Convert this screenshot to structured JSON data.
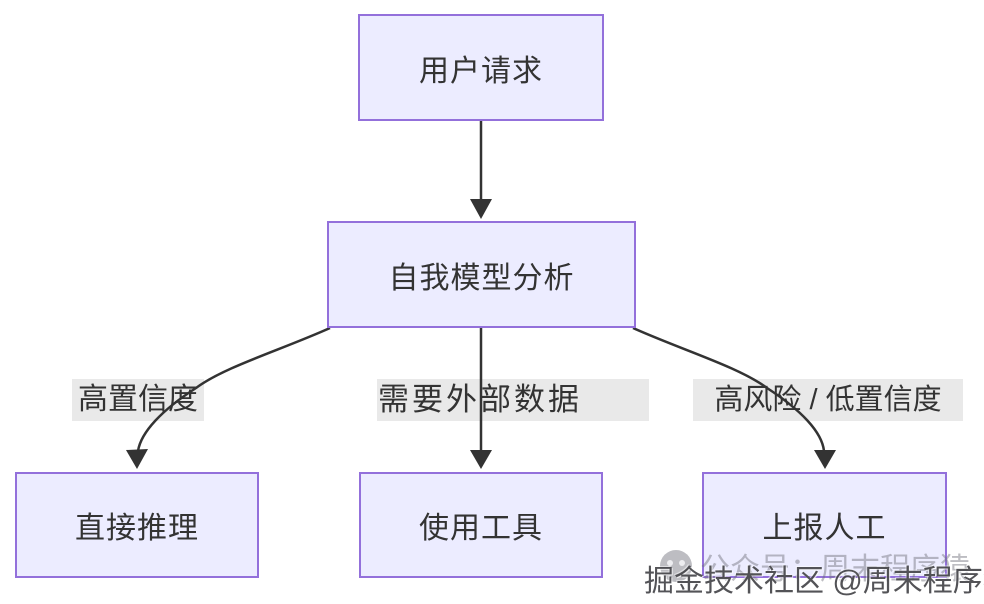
{
  "diagram": {
    "type": "flowchart-top-down",
    "nodes": [
      {
        "id": "user_request",
        "label": "用户请求"
      },
      {
        "id": "self_model",
        "label": "自我模型分析"
      },
      {
        "id": "direct",
        "label": "直接推理"
      },
      {
        "id": "tools",
        "label": "使用工具"
      },
      {
        "id": "human",
        "label": "上报人工"
      }
    ],
    "edges": [
      {
        "from": "user_request",
        "to": "self_model",
        "label": ""
      },
      {
        "from": "self_model",
        "to": "direct",
        "label": "高置信度"
      },
      {
        "from": "self_model",
        "to": "tools",
        "label": "需要外部数据"
      },
      {
        "from": "self_model",
        "to": "human",
        "label": "高风险 / 低置信度"
      }
    ],
    "colors": {
      "node_fill": "#ECECFF",
      "node_border": "#9370DB",
      "edge_stroke": "#333333",
      "edge_label_bg": "#E8E8E8",
      "text": "#333333",
      "background": "#FFFFFF"
    }
  },
  "watermark": {
    "faint_text": "公众号：周末程序猿",
    "dark_text": "掘金技术社区 @周末程序猿"
  }
}
